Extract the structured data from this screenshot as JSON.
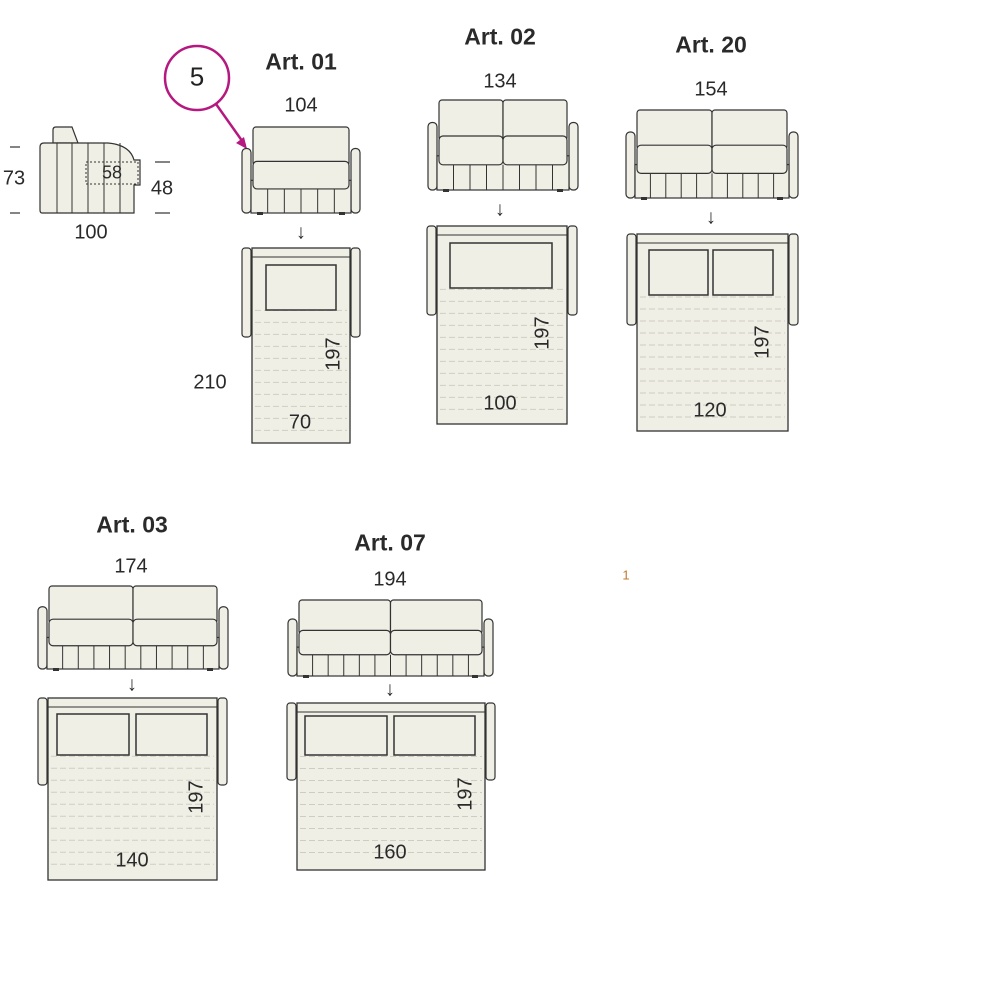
{
  "callout": {
    "number": "5",
    "color": "#b5187f"
  },
  "side_view": {
    "height": "73",
    "seat_height": "48",
    "depth": "100",
    "seat_depth": "58"
  },
  "models": [
    {
      "title": "Art. 01",
      "width": "104",
      "bed_length": "197",
      "bed_width": "70",
      "open_length": "210"
    },
    {
      "title": "Art. 02",
      "width": "134",
      "bed_length": "197",
      "bed_width": "100"
    },
    {
      "title": "Art. 20",
      "width": "154",
      "bed_length": "197",
      "bed_width": "120"
    },
    {
      "title": "Art. 03",
      "width": "174",
      "bed_length": "197",
      "bed_width": "140"
    },
    {
      "title": "Art. 07",
      "width": "194",
      "bed_length": "197",
      "bed_width": "160"
    }
  ],
  "arrow_glyph": "↓",
  "stray_mark": "1",
  "colors": {
    "fill": "#f0efe6",
    "stroke": "#333333"
  }
}
